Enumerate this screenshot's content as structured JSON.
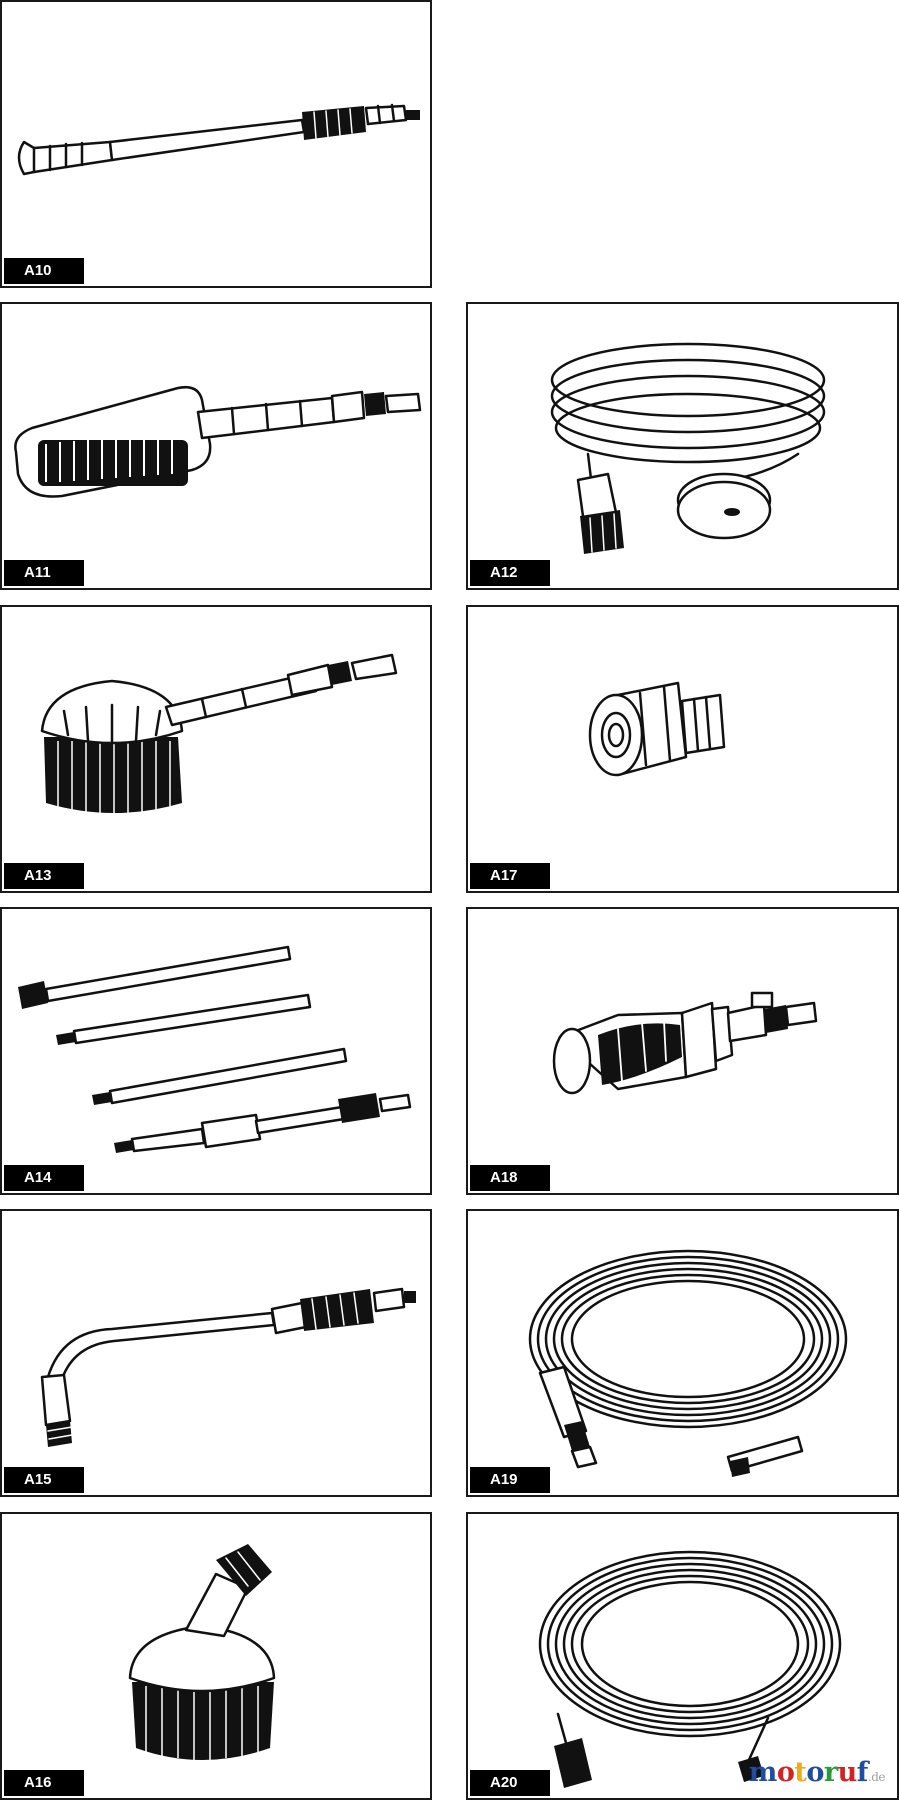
{
  "panels": [
    {
      "id": "a10",
      "label": "A10",
      "icon": "spray-lance-icon"
    },
    {
      "id": "a11",
      "label": "A11",
      "icon": "wash-brush-icon"
    },
    {
      "id": "a12",
      "label": "A12",
      "icon": "hose-with-filter-icon"
    },
    {
      "id": "a13",
      "label": "A13",
      "icon": "rotary-brush-icon"
    },
    {
      "id": "a17",
      "label": "A17",
      "icon": "adapter-fitting-icon"
    },
    {
      "id": "a14",
      "label": "A14",
      "icon": "extension-rods-icon"
    },
    {
      "id": "a18",
      "label": "A18",
      "icon": "nozzle-icon"
    },
    {
      "id": "a15",
      "label": "A15",
      "icon": "angled-lance-icon"
    },
    {
      "id": "a19",
      "label": "A19",
      "icon": "hose-coil-icon"
    },
    {
      "id": "a16",
      "label": "A16",
      "icon": "patio-brush-icon"
    },
    {
      "id": "a20",
      "label": "A20",
      "icon": "hose-coil-with-connectors-icon"
    }
  ],
  "watermark": {
    "letters": [
      {
        "char": "m",
        "color": "#1f4ea0"
      },
      {
        "char": "o",
        "color": "#d32222"
      },
      {
        "char": "t",
        "color": "#f0a81c"
      },
      {
        "char": "o",
        "color": "#1f4ea0"
      },
      {
        "char": "r",
        "color": "#2a9a3a"
      },
      {
        "char": "u",
        "color": "#d32222"
      },
      {
        "char": "f",
        "color": "#1f4ea0"
      }
    ],
    "domain": ".de"
  }
}
